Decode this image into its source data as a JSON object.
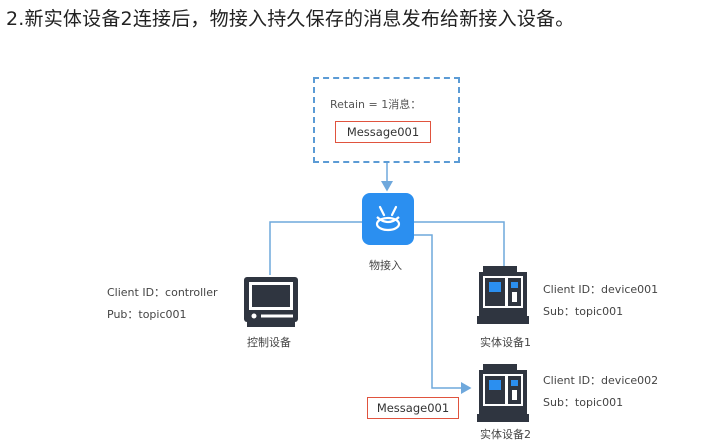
{
  "heading": "2.新实体设备2连接后，物接入持久保存的消息发布给新接入设备。",
  "retain": {
    "label": "Retain = 1消息：",
    "message": "Message001"
  },
  "hub": {
    "label": "物接入"
  },
  "controller": {
    "client_id": "Client ID：controller",
    "pub": "Pub：topic001",
    "label": "控制设备"
  },
  "device1": {
    "client_id": "Client ID：device001",
    "sub": "Sub：topic001",
    "label": "实体设备1"
  },
  "device2": {
    "client_id": "Client ID：device002",
    "sub": "Sub：topic001",
    "label": "实体设备2",
    "message": "Message001"
  },
  "colors": {
    "line": "#6fa8dc",
    "hub": "#2b8ff0",
    "message_border": "#e0533e",
    "device": "#2f3540",
    "device_accent": "#2b8ff0"
  }
}
